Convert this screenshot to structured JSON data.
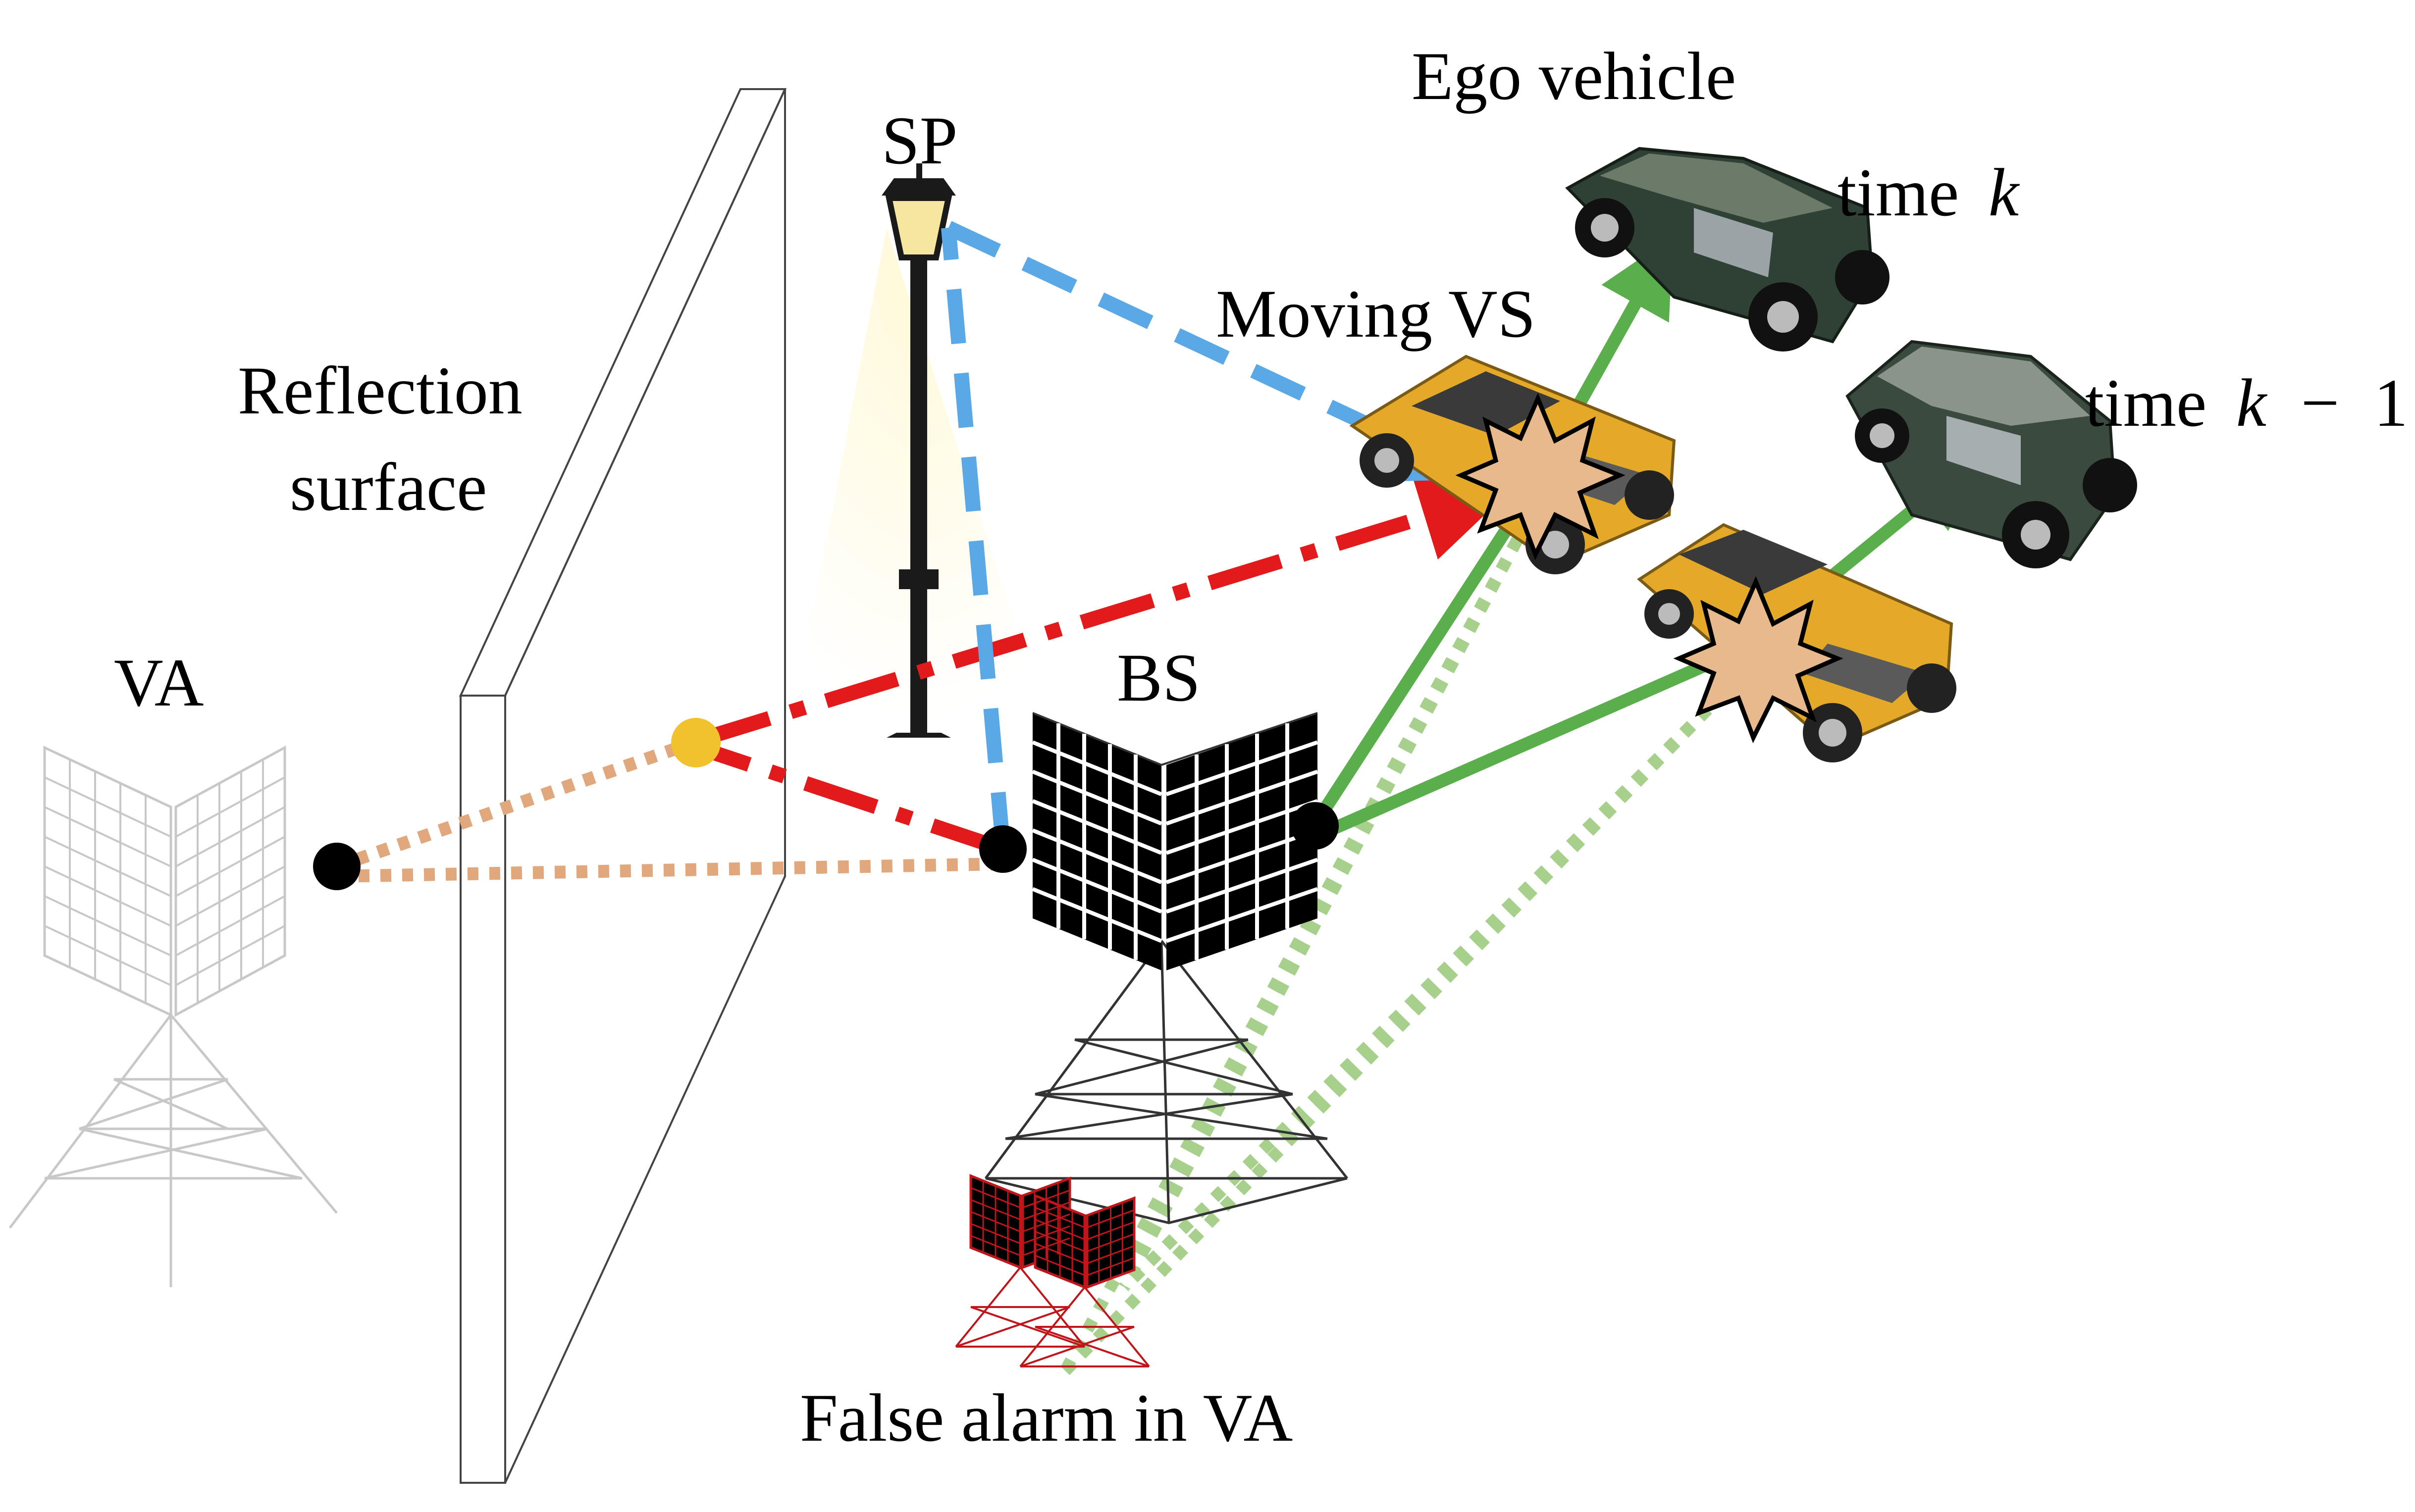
{
  "labels": {
    "ego_vehicle": "Ego vehicle",
    "sp": "SP",
    "time_k_word": "time",
    "time_k_var": "k",
    "time_k1_word": "time",
    "time_k1_var": "k",
    "time_k1_op": "−",
    "time_k1_num": "1",
    "moving_vs": "Moving VS",
    "reflection_line1": "Reflection",
    "reflection_line2": "surface",
    "va": "VA",
    "bs": "BS",
    "false_alarm": "False alarm in VA"
  },
  "colors": {
    "sp_path": "#5aa8e6",
    "reflection_path": "#e31a1c",
    "va_path": "#e0a87c",
    "los_path": "#5aae4c",
    "false_alarm_path": "#a8d08d",
    "reflection_point": "#f2c12e",
    "burst": "#e8b98c",
    "car_body": "#e4a928",
    "ego_body": "#2f4034",
    "false_tower": "#c0151b"
  }
}
